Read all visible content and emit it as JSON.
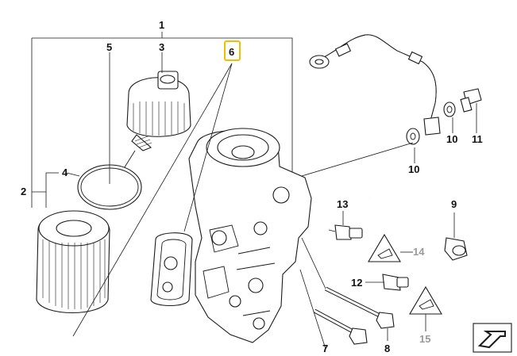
{
  "diagram": {
    "type": "exploded parts diagram",
    "highlight_color": "#e8c200",
    "callouts": [
      {
        "id": "c1",
        "label": "1"
      },
      {
        "id": "c2",
        "label": "2"
      },
      {
        "id": "c3",
        "label": "3"
      },
      {
        "id": "c4",
        "label": "4"
      },
      {
        "id": "c5",
        "label": "5"
      },
      {
        "id": "c6",
        "label": "6",
        "highlighted": true
      },
      {
        "id": "c7",
        "label": "7"
      },
      {
        "id": "c8",
        "label": "8"
      },
      {
        "id": "c9",
        "label": "9"
      },
      {
        "id": "c10a",
        "label": "10"
      },
      {
        "id": "c10b",
        "label": "10"
      },
      {
        "id": "c11",
        "label": "11"
      },
      {
        "id": "c12",
        "label": "12"
      },
      {
        "id": "c13",
        "label": "13"
      },
      {
        "id": "c14",
        "label": "14",
        "muted": true
      },
      {
        "id": "c15",
        "label": "15",
        "muted": true
      }
    ]
  }
}
